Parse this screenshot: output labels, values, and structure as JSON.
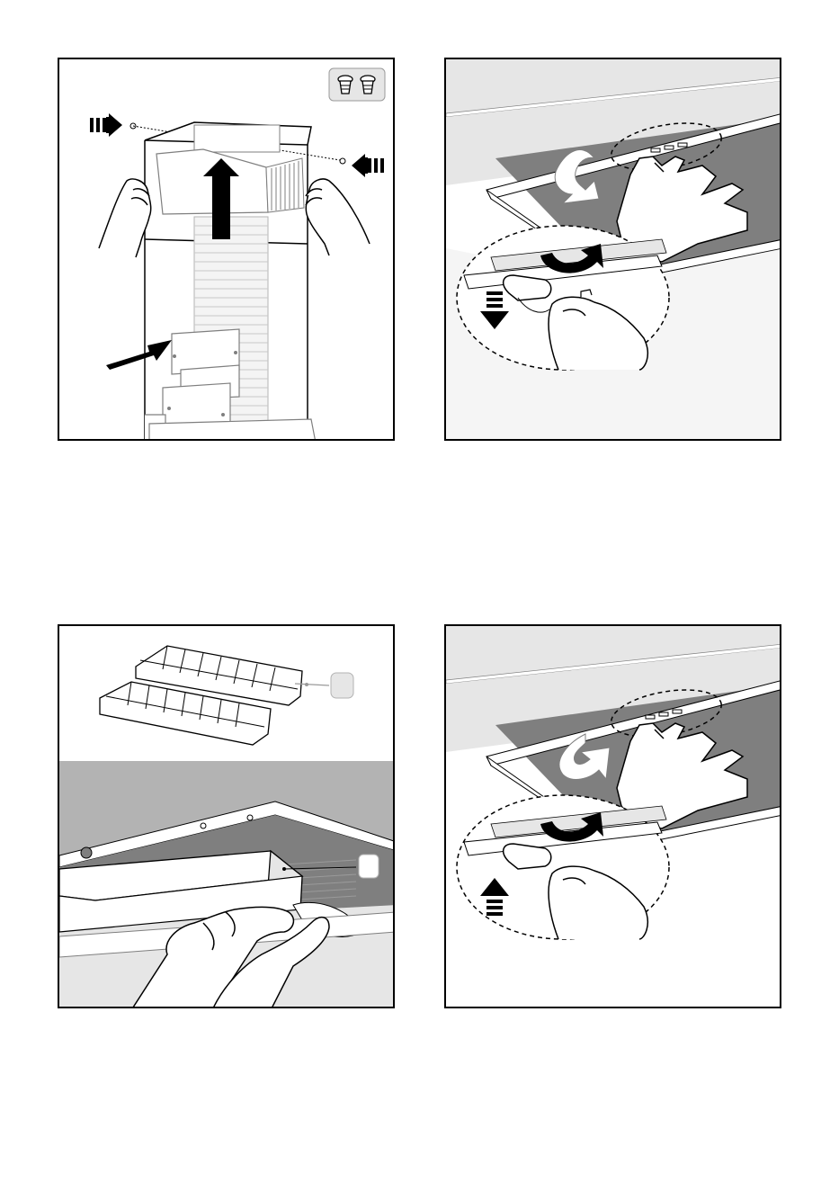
{
  "page": {
    "background": "#ffffff",
    "line_color": "#000000",
    "gray_light": "#e6e6e6",
    "gray_mid": "#b3b3b3",
    "gray_dark": "#7f7f7f"
  },
  "panels": [
    {
      "id": "p1",
      "subject": "chimney-duct-installation",
      "icons": [
        "screw-pair-icon",
        "push-arrow-icon",
        "lift-arrow-icon"
      ]
    },
    {
      "id": "p2",
      "subject": "grease-filter-release",
      "icons": [
        "rotate-arrow-icon",
        "down-arrow-icon"
      ]
    },
    {
      "id": "p3",
      "subject": "carbon-filter-insertion",
      "icons": [
        "callout-marker-icon"
      ]
    },
    {
      "id": "p4",
      "subject": "grease-filter-lock",
      "icons": [
        "rotate-arrow-icon",
        "up-arrow-icon"
      ]
    }
  ]
}
